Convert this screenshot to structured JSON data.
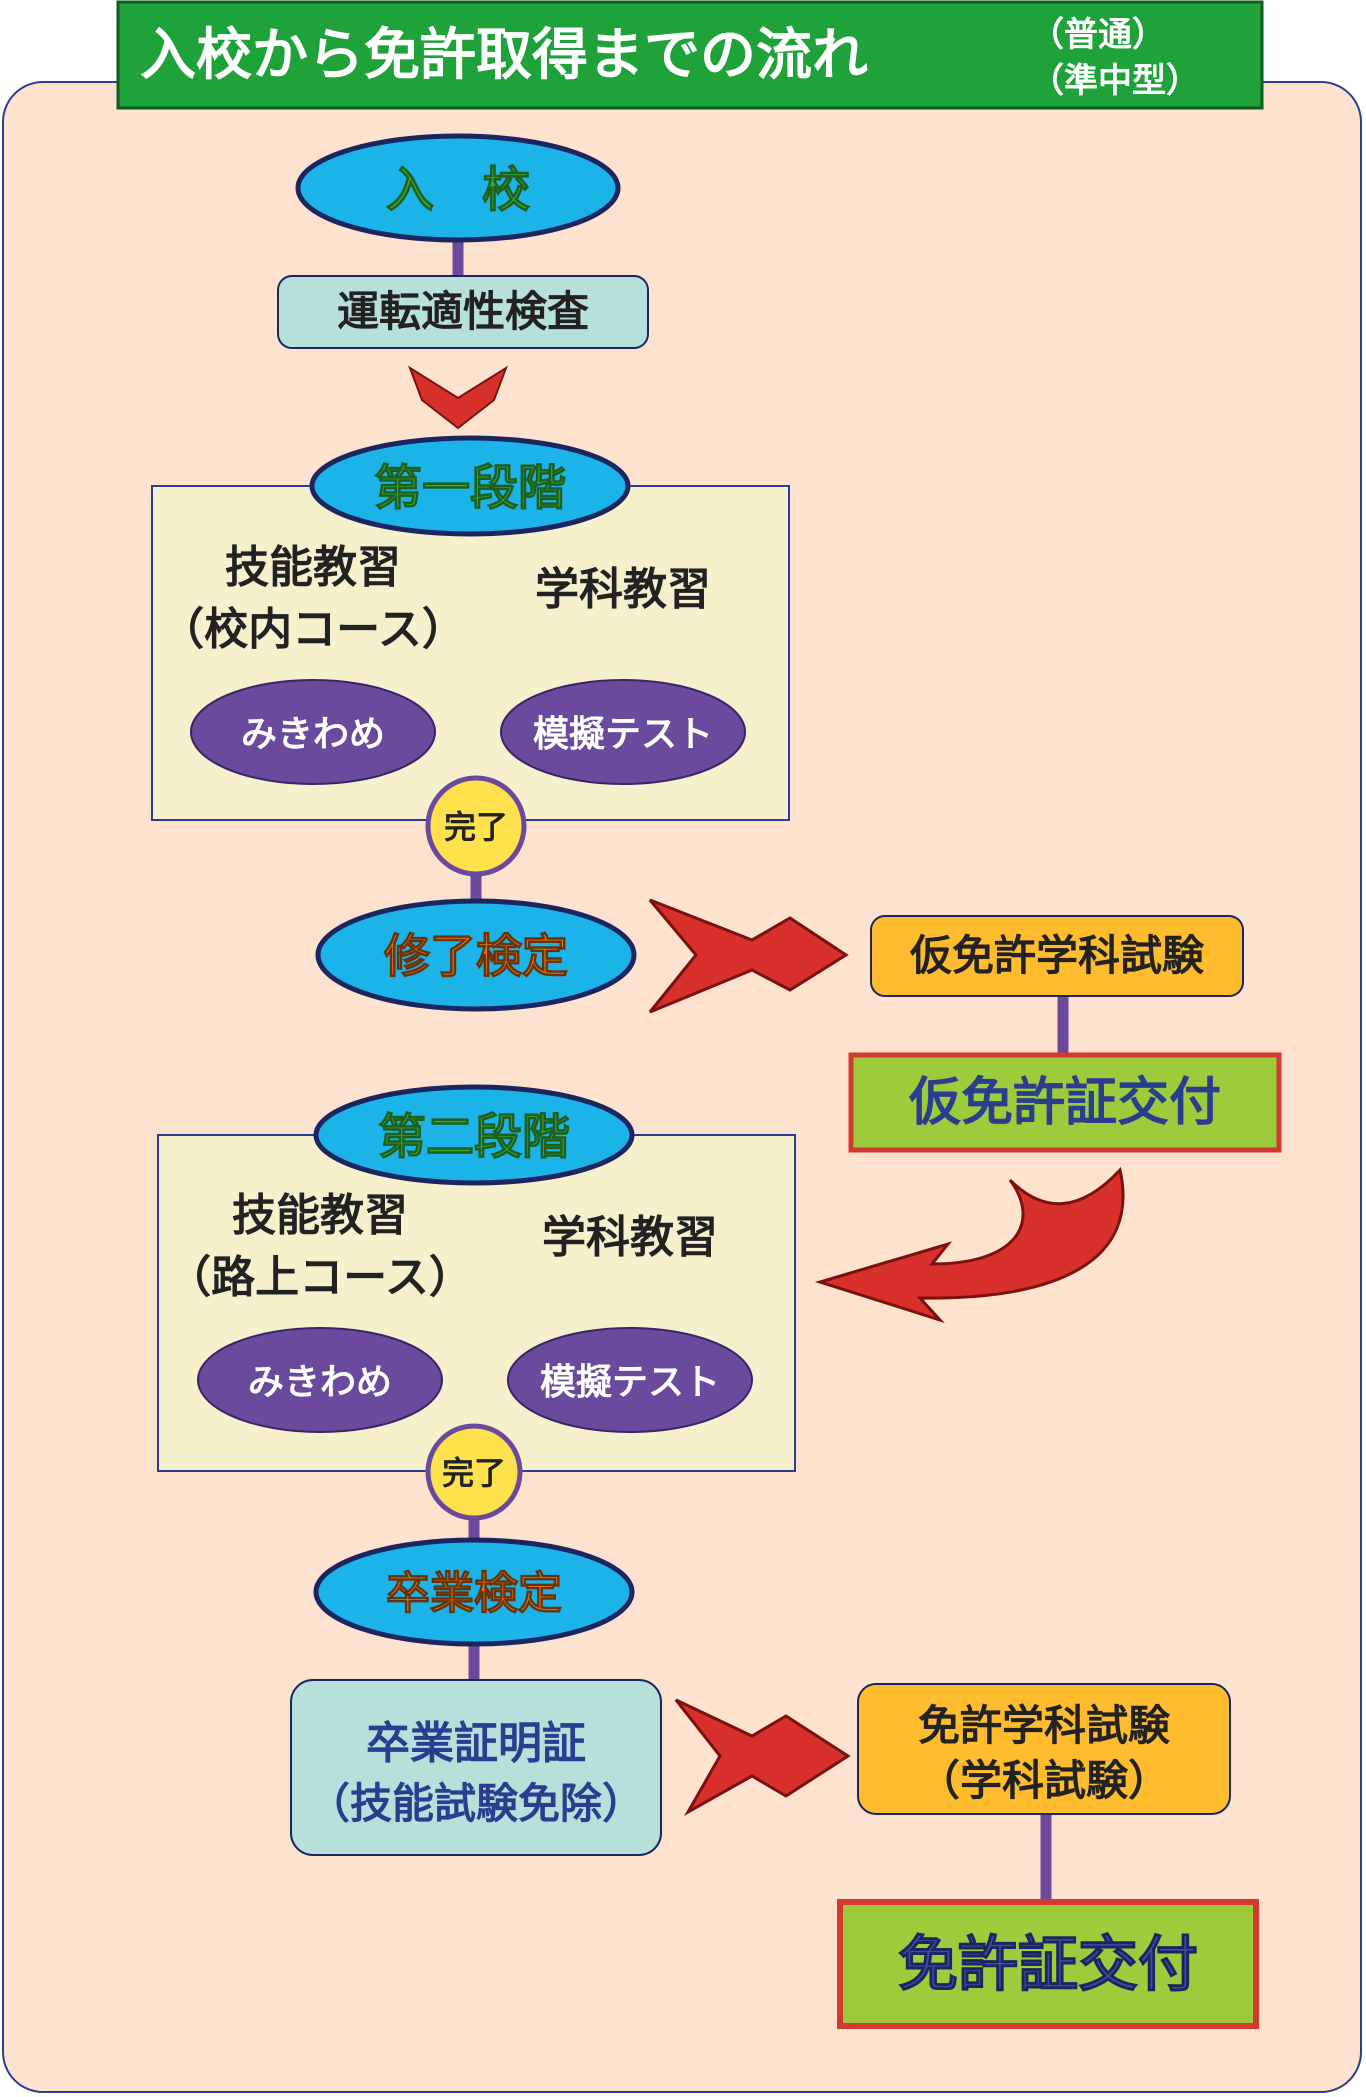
{
  "title": {
    "main": "入校から免許取得までの流れ",
    "sub_line1": "（普通）",
    "sub_line2": "（準中型）"
  },
  "steps": {
    "enroll": "入　校",
    "aptitude": "運転適性検査",
    "stage1": "第一段階",
    "stage1_skill_line1": "技能教習",
    "stage1_skill_line2": "（校内コース）",
    "stage1_academic": "学科教習",
    "stage1_skill_check": "みきわめ",
    "stage1_mock_test": "模擬テスト",
    "stage1_complete": "完了",
    "midterm_exam": "修了検定",
    "provisional_test": "仮免許学科試験",
    "provisional_issue": "仮免許証交付",
    "stage2": "第二段階",
    "stage2_skill_line1": "技能教習",
    "stage2_skill_line2": "（路上コース）",
    "stage2_academic": "学科教習",
    "stage2_skill_check": "みきわめ",
    "stage2_mock_test": "模擬テスト",
    "stage2_complete": "完了",
    "graduation_exam": "卒業検定",
    "certificate_line1": "卒業証明証",
    "certificate_line2": "（技能試験免除）",
    "license_test_line1": "免許学科試験",
    "license_test_line2": "（学科試験）",
    "license_issue": "免許証交付"
  },
  "colors": {
    "title_bg": "#1fa23a",
    "panel_bg": "#fde3cf",
    "stage_box_bg": "#f6f0cc",
    "ellipse_cyan": "#1cb3e8",
    "ellipse_purple": "#6b4a9e",
    "complete_yellow": "#ffe14d",
    "aptitude_box": "#b6e0d9",
    "test_orange": "#ffbc2e",
    "issue_green": "#9ccc3c",
    "issue_border": "#d33a2f",
    "arrow_red": "#d8302b",
    "connector_purple": "#6b4a9e"
  }
}
